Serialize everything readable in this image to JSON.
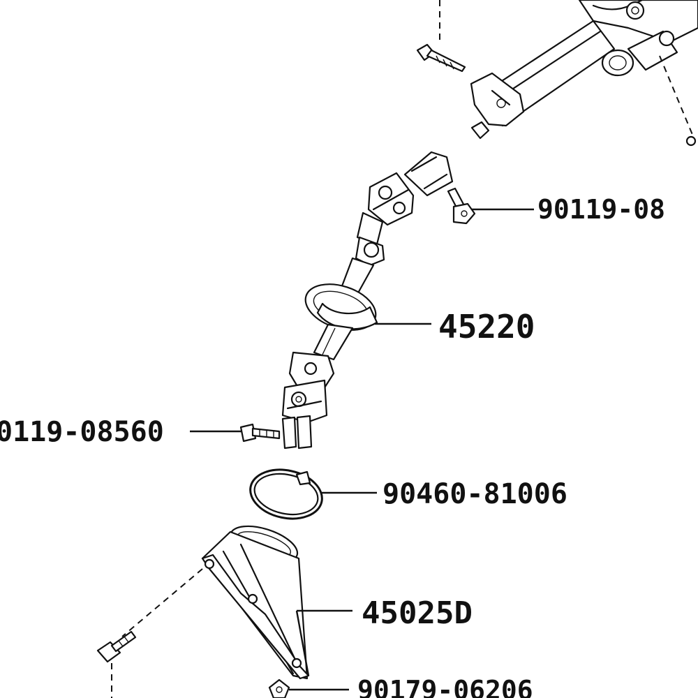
{
  "callouts": {
    "bolt_upper": "90119-08",
    "shaft": "45220",
    "bolt_lower": "0119-08560",
    "clamp": "90460-81006",
    "cover": "45025D",
    "screw": "90179-06206"
  }
}
